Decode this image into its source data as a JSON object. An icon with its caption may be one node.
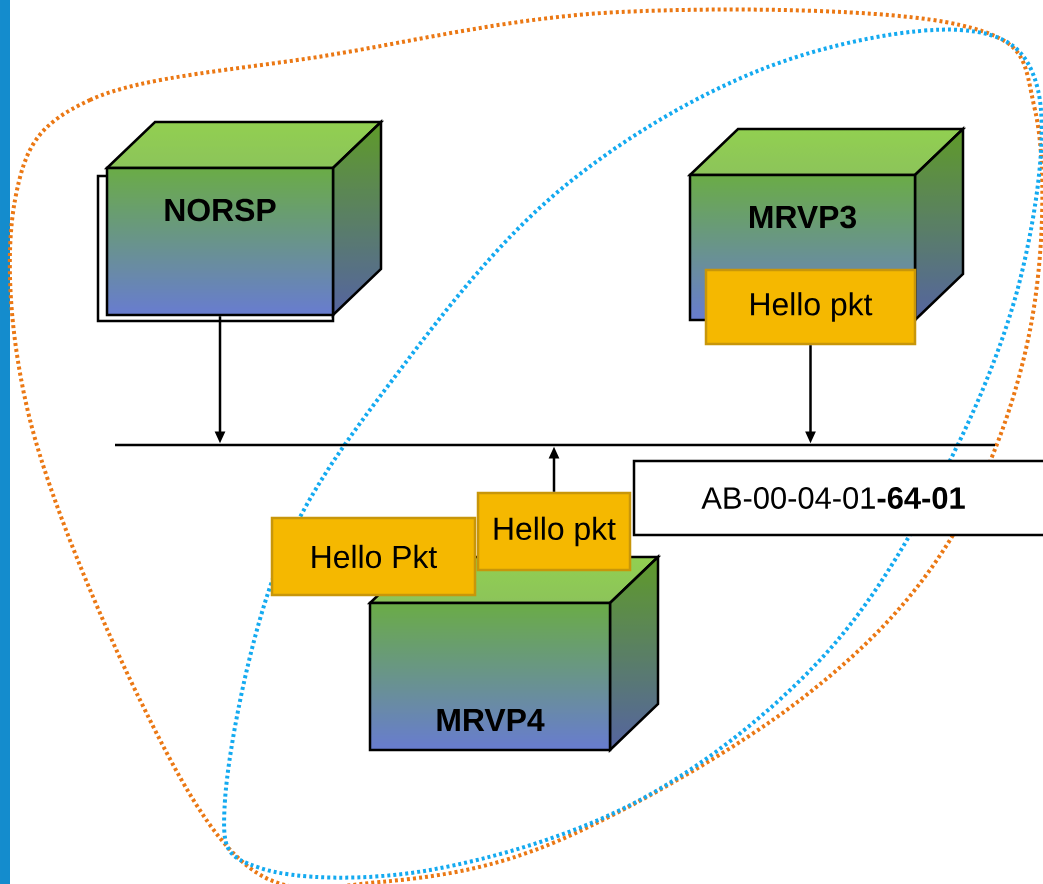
{
  "diagram": {
    "nodes": [
      {
        "text": [
          "NORSP"
        ]
      },
      {
        "text": [
          "MRVP3"
        ]
      },
      {
        "text": [
          "Hello pkt"
        ]
      },
      {
        "text": [],
        "shape": "bar"
      },
      {
        "text": [
          "MRVP4"
        ]
      },
      {
        "text": [
          "Hello pkt"
        ]
      },
      {
        "text": [
          "Hello Pkt"
        ]
      },
      {
        "text": [
          "AB-00-04-01**-64-01**"
        ]
      }
    ],
    "edges": [
      {
        "from": 0,
        "to": 3,
        "arrow": "to"
      },
      {
        "from": 2,
        "to": 3,
        "arrow": "to"
      },
      {
        "from": 5,
        "to": 3,
        "arrow": "to"
      }
    ]
  }
}
